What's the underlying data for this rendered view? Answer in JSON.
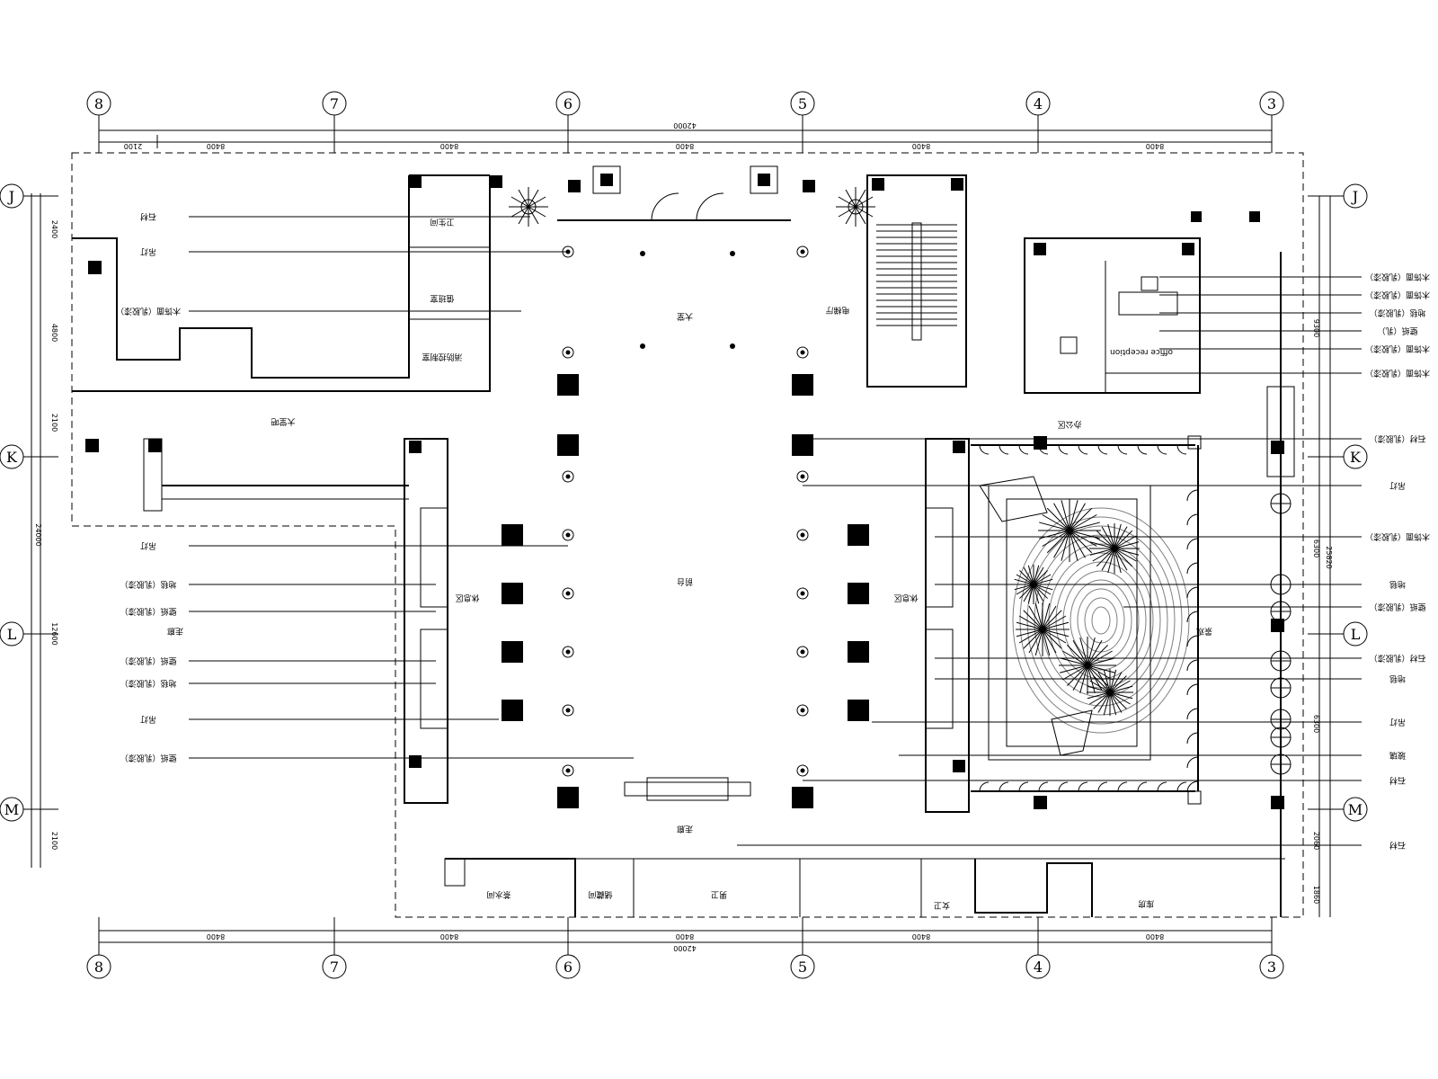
{
  "grid_columns": [
    "8",
    "7",
    "6",
    "5",
    "4",
    "3"
  ],
  "grid_rows": [
    "J",
    "K",
    "L",
    "M"
  ],
  "dimensions": {
    "top_total": "42000",
    "top_segments": [
      "2100",
      "8400",
      "8400",
      "8400",
      "8400",
      "8400"
    ],
    "bottom_total": "42000",
    "bottom_segments": [
      "8400",
      "8400",
      "8400",
      "8400",
      "8400"
    ],
    "left_segments": [
      "2400",
      "4800",
      "2100",
      "12600",
      "2100"
    ],
    "left_total": "24000",
    "right_segments": [
      "9300",
      "6300",
      "6300",
      "2060",
      "1860"
    ],
    "right_total": "25820"
  },
  "room_labels": [
    "大堂",
    "前台",
    "休息区",
    "休息区",
    "大堂吧",
    "办公区",
    "电梯厅",
    "走廊",
    "走廊",
    "景观",
    "卫生间",
    "值班室",
    "消防控制室",
    "茶水间",
    "储藏间",
    "男卫",
    "女卫",
    "库房"
  ],
  "left_callouts": [
    "石材",
    "吊灯",
    "木饰面（乳胶漆）",
    "吊灯",
    "地毯（乳胶漆）",
    "壁纸（乳胶漆）",
    "壁纸（乳胶漆）",
    "地毯（乳胶漆）",
    "吊灯",
    "壁纸（乳胶漆）"
  ],
  "right_callouts": [
    "木饰面（乳胶漆）",
    "木饰面（乳胶漆）",
    "地毯（乳胶漆）",
    "壁纸（乳）",
    "木饰面（乳胶漆）",
    "木饰面（乳胶漆）",
    "石材（乳胶漆）",
    "吊灯",
    "木饰面（乳胶漆）",
    "地毯",
    "壁纸（乳胶漆）",
    "石材（乳胶漆）",
    "地毯",
    "吊灯",
    "玻璃",
    "石材",
    "石材"
  ],
  "office_label": "office reception"
}
